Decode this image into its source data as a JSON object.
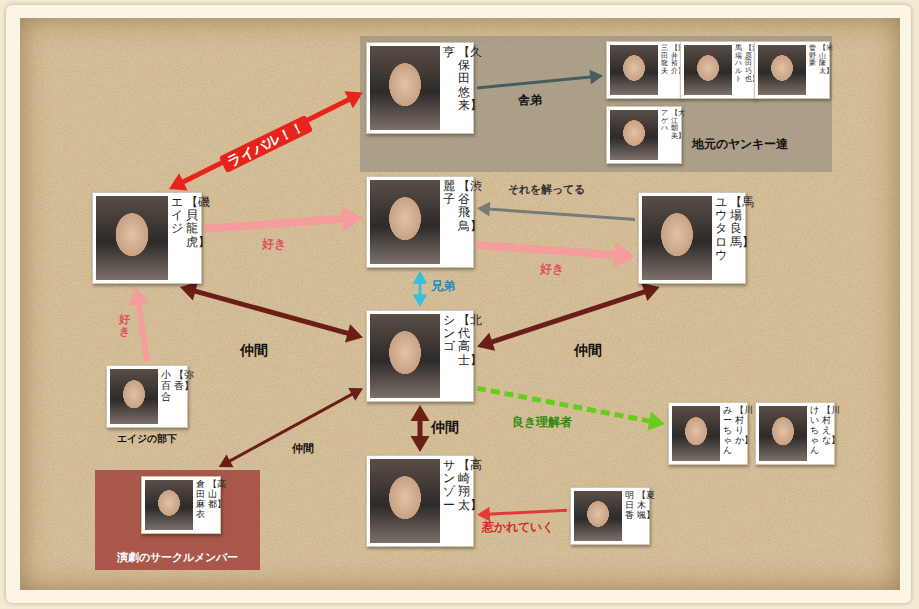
{
  "diagram": {
    "nodes": [
      {
        "text": [
          "地元のヤンキー達"
        ]
      },
      {
        "text": [
          "亨",
          "【久保田悠来】"
        ],
        "in": 0
      },
      {
        "text": [
          "三田龍夫",
          "【新井裕介】"
        ],
        "in": 0
      },
      {
        "text": [
          "馬場ハルト",
          "【河原田巧也】"
        ],
        "in": 0
      },
      {
        "text": [
          "菅野豪",
          "【米山隆太】"
        ],
        "in": 0
      },
      {
        "text": [
          "アゲハ",
          "【大江朝美】"
        ],
        "in": 0
      },
      {
        "text": [
          "エイジ",
          "【磯貝龍虎】"
        ]
      },
      {
        "text": [
          "麗子",
          "【渋谷飛鳥】"
        ]
      },
      {
        "text": [
          "ユウタロウ",
          "【馬場良馬】"
        ]
      },
      {
        "text": [
          "シンゴ",
          "【北代高士】"
        ]
      },
      {
        "text": [
          "小百合",
          "【弥香】",
          "エイジの部下"
        ]
      },
      {
        "text": [
          "みーちゃん",
          "【川村りか】"
        ]
      },
      {
        "text": [
          "けいちゃん",
          "【川村えな】"
        ]
      },
      {
        "text": [
          "演劇のサークルメンバー"
        ]
      },
      {
        "text": [
          "倉田麻衣",
          "【高山都】"
        ],
        "in": 13
      },
      {
        "text": [
          "サンゾー",
          "【高崎翔太】"
        ]
      },
      {
        "text": [
          "明日香",
          "【夏木颯】"
        ]
      }
    ],
    "edges": [
      {
        "from": 6,
        "to": 1,
        "label": "ライバル！！",
        "arrow": "both"
      },
      {
        "from": 1,
        "to": 2,
        "label": "舎弟",
        "arrow": "to"
      },
      {
        "from": 6,
        "to": 7,
        "label": "好き",
        "arrow": "to"
      },
      {
        "from": 8,
        "to": 7,
        "label": "それを解ってる",
        "arrow": "to"
      },
      {
        "from": 7,
        "to": 8,
        "label": "好き",
        "arrow": "to"
      },
      {
        "from": 7,
        "to": 9,
        "label": "兄弟",
        "arrow": "both"
      },
      {
        "from": 6,
        "to": 9,
        "label": "仲間",
        "arrow": "both"
      },
      {
        "from": 8,
        "to": 9,
        "label": "仲間",
        "arrow": "both"
      },
      {
        "from": 10,
        "to": 6,
        "label": "好き",
        "arrow": "to"
      },
      {
        "from": 9,
        "to": 15,
        "label": "仲間",
        "arrow": "both"
      },
      {
        "from": 9,
        "to": 13,
        "label": "仲間",
        "arrow": "both"
      },
      {
        "from": 9,
        "to": 11,
        "label": "良き理解者",
        "arrow": "to"
      },
      {
        "from": 16,
        "to": 15,
        "label": "惹かれていく",
        "arrow": "to"
      }
    ]
  }
}
